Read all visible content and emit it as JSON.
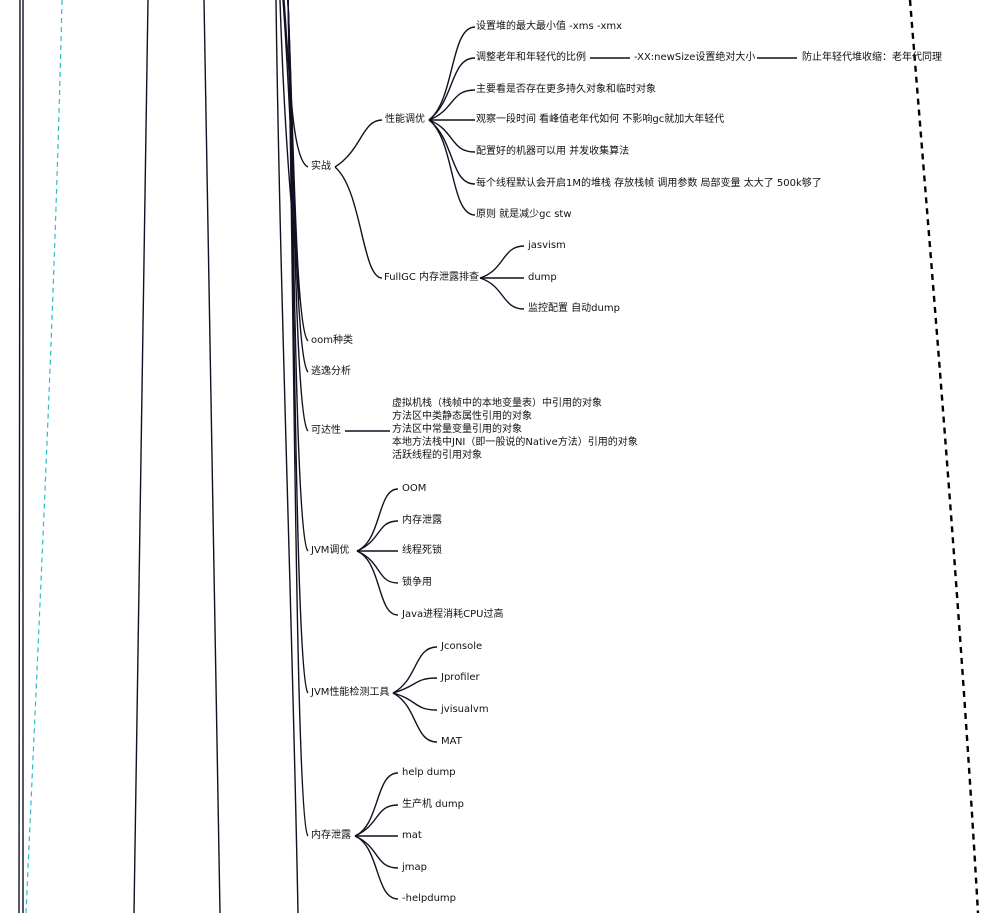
{
  "colors": {
    "edge": "#111122",
    "accent_dashed": "#2bbcc8",
    "boundary_dashed": "#000000",
    "text": "#111111"
  },
  "nodes": {
    "shizhan": "实战",
    "xingneng": "性能调优",
    "xn_1": "设置堆的最大最小值 -xms -xmx",
    "xn_2": "调整老年和年轻代的比例",
    "xn_2a": "-XX:newSize设置绝对大小",
    "xn_2b": "防止年轻代堆收缩：老年代同理",
    "xn_3": "主要看是否存在更多持久对象和临时对象",
    "xn_4": "观察一段时间 看峰值老年代如何 不影响gc就加大年轻代",
    "xn_5": "配置好的机器可以用 并发收集算法",
    "xn_6": "每个线程默认会开启1M的堆栈 存放栈帧 调用参数 局部变量 太大了  500k够了",
    "xn_7": "原则 就是减少gc stw",
    "fullgc": "FullGC 内存泄露排查",
    "fg_1": "jasvism",
    "fg_2": "dump",
    "fg_3": "监控配置 自动dump",
    "oom": "oom种类",
    "taoyi": "逃逸分析",
    "keda": "可达性",
    "keda_lines": [
      "虚拟机栈（栈帧中的本地变量表）中引用的对象",
      "方法区中类静态属性引用的对象",
      "方法区中常量变量引用的对象",
      "本地方法栈中JNI（即一般说的Native方法）引用的对象",
      "活跃线程的引用对象"
    ],
    "jvm": "JVM调优",
    "jvm_1": "OOM",
    "jvm_2": "内存泄露",
    "jvm_3": "线程死锁",
    "jvm_4": "锁争用",
    "jvm_5": "Java进程消耗CPU过高",
    "tools": "JVM性能检测工具",
    "tools_1": "Jconsole",
    "tools_2": "Jprofiler",
    "tools_3": "jvisualvm",
    "tools_4": "MAT",
    "leak": "内存泄露",
    "leak_1": "help dump",
    "leak_2": "生产机 dump",
    "leak_3": "mat",
    "leak_4": "jmap",
    "leak_5": "-helpdump"
  }
}
